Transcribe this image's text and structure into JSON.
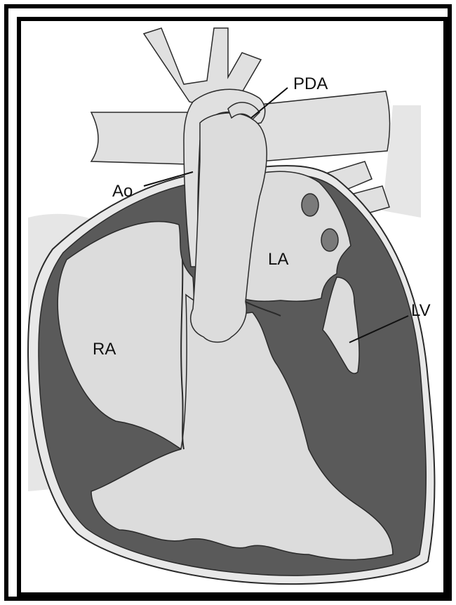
{
  "diagram": {
    "labels": {
      "pda": "PDA",
      "ao": "Ao",
      "la": "LA",
      "lv": "LV",
      "ra": "RA"
    },
    "colors": {
      "frame": "#000000",
      "background": "#ffffff",
      "light_fill": "#dcdcdc",
      "dark_fill": "#5a5a5a",
      "outline": "#2a2a2a",
      "pale_tissue": "#e6e6e6"
    }
  }
}
